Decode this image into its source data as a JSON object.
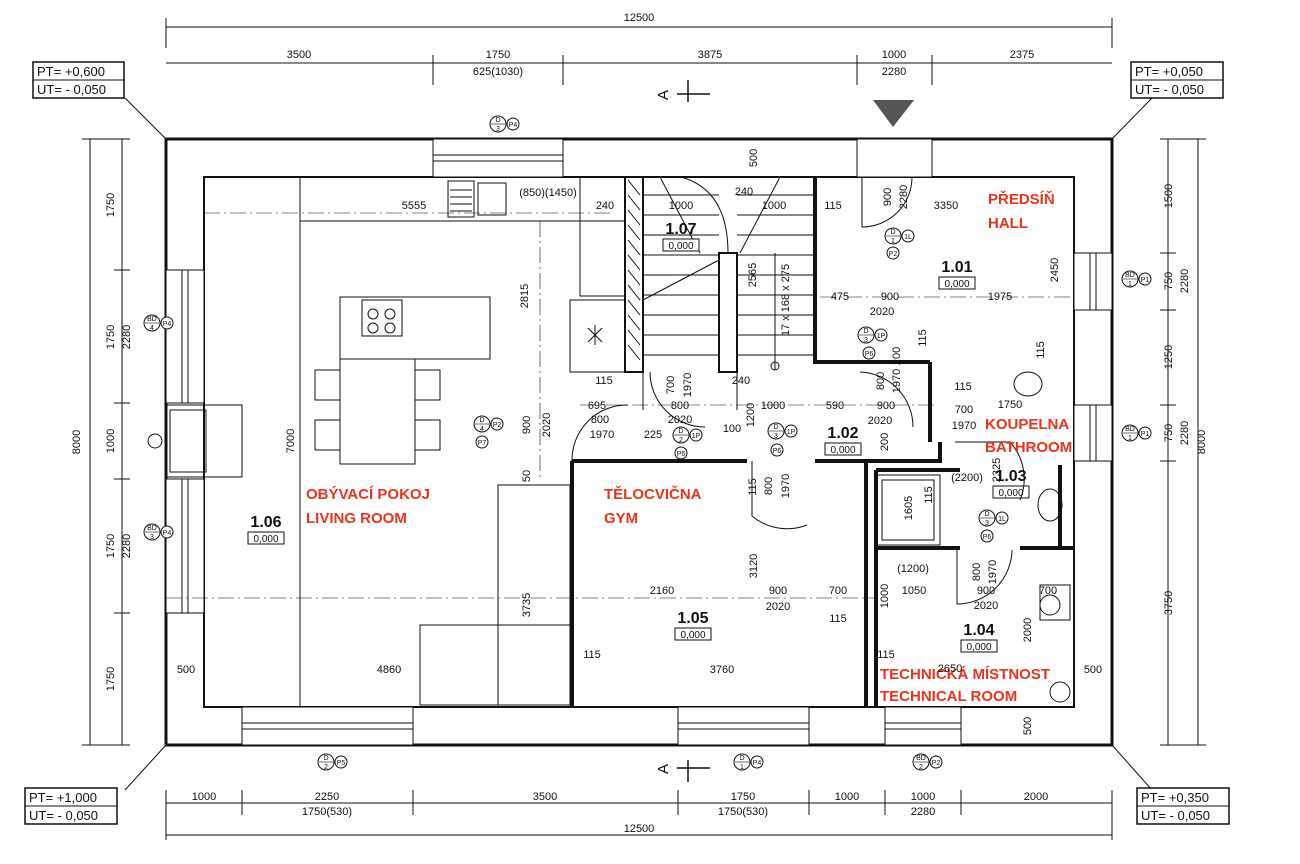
{
  "dims": {
    "top_total": "12500",
    "top": [
      "3500",
      "1750",
      "3875",
      "1000",
      "2375"
    ],
    "top_sub": [
      "625(1030)",
      "2280"
    ],
    "bottom_total": "12500",
    "bottom": [
      "1000",
      "2250",
      "3500",
      "1750",
      "1000",
      "1000",
      "2000"
    ],
    "bottom_sub": [
      "1750(530)",
      "1750(530)",
      "2280"
    ],
    "left_total": "8000",
    "left": [
      "1750",
      "1750",
      "1000",
      "1750",
      "1750"
    ],
    "left_sub": [
      "2280",
      "2280"
    ],
    "right_total": "8000",
    "right": [
      "1500",
      "750",
      "1250",
      "750",
      "3750"
    ],
    "right_sub": [
      "2280",
      "2280"
    ]
  },
  "levels": {
    "tl": {
      "pt": "PT= +0,600",
      "ut": "UT= - 0,050"
    },
    "tr": {
      "pt": "PT= +0,050",
      "ut": "UT= - 0,050"
    },
    "bl": {
      "pt": "PT= +1,000",
      "ut": "UT= - 0,050"
    },
    "br": {
      "pt": "PT= +0,350",
      "ut": "UT= - 0,050"
    }
  },
  "section_mark": "A",
  "rooms": [
    {
      "num": "1.01",
      "level": "0,000",
      "name1": "PŘEDSÍŇ",
      "name2": "HALL"
    },
    {
      "num": "1.02",
      "level": "0,000"
    },
    {
      "num": "1.03",
      "level": "0,000",
      "name1": "KOUPELNA",
      "name2": "BATHROOM"
    },
    {
      "num": "1.04",
      "level": "0,000",
      "name1": "TECHNICKÁ MÍSTNOST",
      "name2": "TECHNICAL ROOM"
    },
    {
      "num": "1.05",
      "level": "0,000",
      "name1": "TĚLOCVIČNA",
      "name2": "GYM"
    },
    {
      "num": "1.06",
      "level": "0,000",
      "name1": "OBÝVACÍ POKOJ",
      "name2": "LIVING ROOM"
    },
    {
      "num": "1.07",
      "level": "0,000"
    }
  ],
  "inner_dims": {
    "living_top": "5555",
    "living_height": "7000",
    "living_bottom": "4860",
    "living_left": "500",
    "window_note": "(850)(1450)",
    "v2815": "2815",
    "v2020": "2020",
    "v900": "900",
    "v50": "50",
    "v3735": "3735",
    "stair_1000a": "1000",
    "stair_240": "240",
    "stair_1000b": "1000",
    "stair_240b": "240",
    "stair_500": "500",
    "stair_115": "115",
    "stair_2565": "2565",
    "stair_spec": "17 x 168 x 275",
    "hall_900": "900",
    "hall_2280": "2280",
    "hall_3350": "3350",
    "hall_2450": "2450",
    "hall_475": "475",
    "hall_900b": "900",
    "hall_1975": "1975",
    "hall_2020": "2020",
    "hall_115": "115",
    "c_115": "115",
    "c_695": "695",
    "c_800a": "800",
    "c_1970a": "1970",
    "c_225": "225",
    "c_800b": "800",
    "c_2020": "2020",
    "c_100": "100",
    "c_1000": "1000",
    "c_590": "590",
    "c_900": "900",
    "c_2020b": "2020",
    "c_700": "700",
    "c_1970b": "1970",
    "c_240": "240",
    "c_1200": "1200",
    "c_200": "200",
    "c_800c": "800",
    "c_1970c": "1970",
    "c_200b": "200",
    "b_115": "115",
    "b_1750": "1750",
    "b_700": "700",
    "b_1970": "1970",
    "b_2200": "(2200)",
    "b_2325": "2325",
    "b_115b": "115",
    "b_1605": "1605",
    "b_115c": "115",
    "gym_800": "800",
    "gym_1970": "1970",
    "gym_115": "115",
    "gym_3120": "3120",
    "gym_2160": "2160",
    "gym_900": "900",
    "gym_2020": "2020",
    "gym_700": "700",
    "gym_115b": "115",
    "gym_3760": "3760",
    "gym_115c": "115",
    "t_1200": "(1200)",
    "t_1000": "1000",
    "t_1050": "1050",
    "t_800": "800",
    "t_1970": "1970",
    "t_900": "900",
    "t_2020": "2020",
    "t_700": "700",
    "t_2000": "2000",
    "t_2650": "2650",
    "t_500": "500",
    "t_115": "115",
    "t_500b": "500"
  },
  "tags": [
    {
      "top": "D",
      "bot": "3",
      "p": "P4"
    },
    {
      "top": "BD",
      "bot": "4",
      "p": "P4"
    },
    {
      "top": "BD",
      "bot": "3",
      "p": "P4"
    },
    {
      "top": "D",
      "bot": "4",
      "p": "P2"
    },
    {
      "top": "D",
      "bot": "1",
      "p": "1L"
    },
    {
      "top": "D",
      "bot": "3",
      "p": "1P"
    },
    {
      "top": "D",
      "bot": "2",
      "p": "1P"
    },
    {
      "top": "D",
      "bot": "3",
      "p": "1P"
    },
    {
      "top": "D",
      "bot": "3",
      "p": "1L"
    },
    {
      "top": "BD",
      "bot": "1",
      "p": "P1"
    },
    {
      "top": "BD",
      "bot": "1",
      "p": "P1"
    },
    {
      "top": "D",
      "bot": "2",
      "p": "P5"
    },
    {
      "top": "D",
      "bot": "1",
      "p": "P4"
    },
    {
      "top": "BD",
      "bot": "2",
      "p": "P2"
    }
  ],
  "tag_subs": [
    "P2",
    "P6",
    "P7",
    "P6",
    "P6",
    "P6"
  ]
}
